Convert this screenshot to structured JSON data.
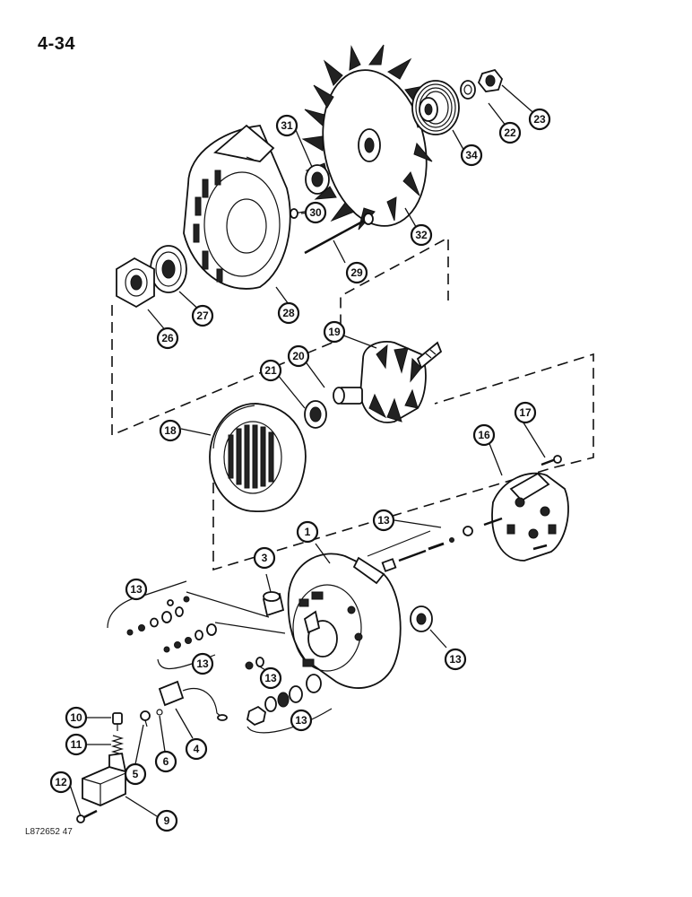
{
  "page": {
    "number": "4-34",
    "drawing_code": "L872652 47"
  },
  "callouts": {
    "c1": "1",
    "c3": "3",
    "c4": "4",
    "c5": "5",
    "c6": "6",
    "c9": "9",
    "c10": "10",
    "c11": "11",
    "c12": "12",
    "c13a": "13",
    "c13b": "13",
    "c13c": "13",
    "c13d": "13",
    "c13e": "13",
    "c13f": "13",
    "c16": "16",
    "c17": "17",
    "c18": "18",
    "c19": "19",
    "c20": "20",
    "c21": "21",
    "c22": "22",
    "c23": "23",
    "c26": "26",
    "c27": "27",
    "c28": "28",
    "c29": "29",
    "c30": "30",
    "c31": "31",
    "c32": "32",
    "c34": "34"
  }
}
